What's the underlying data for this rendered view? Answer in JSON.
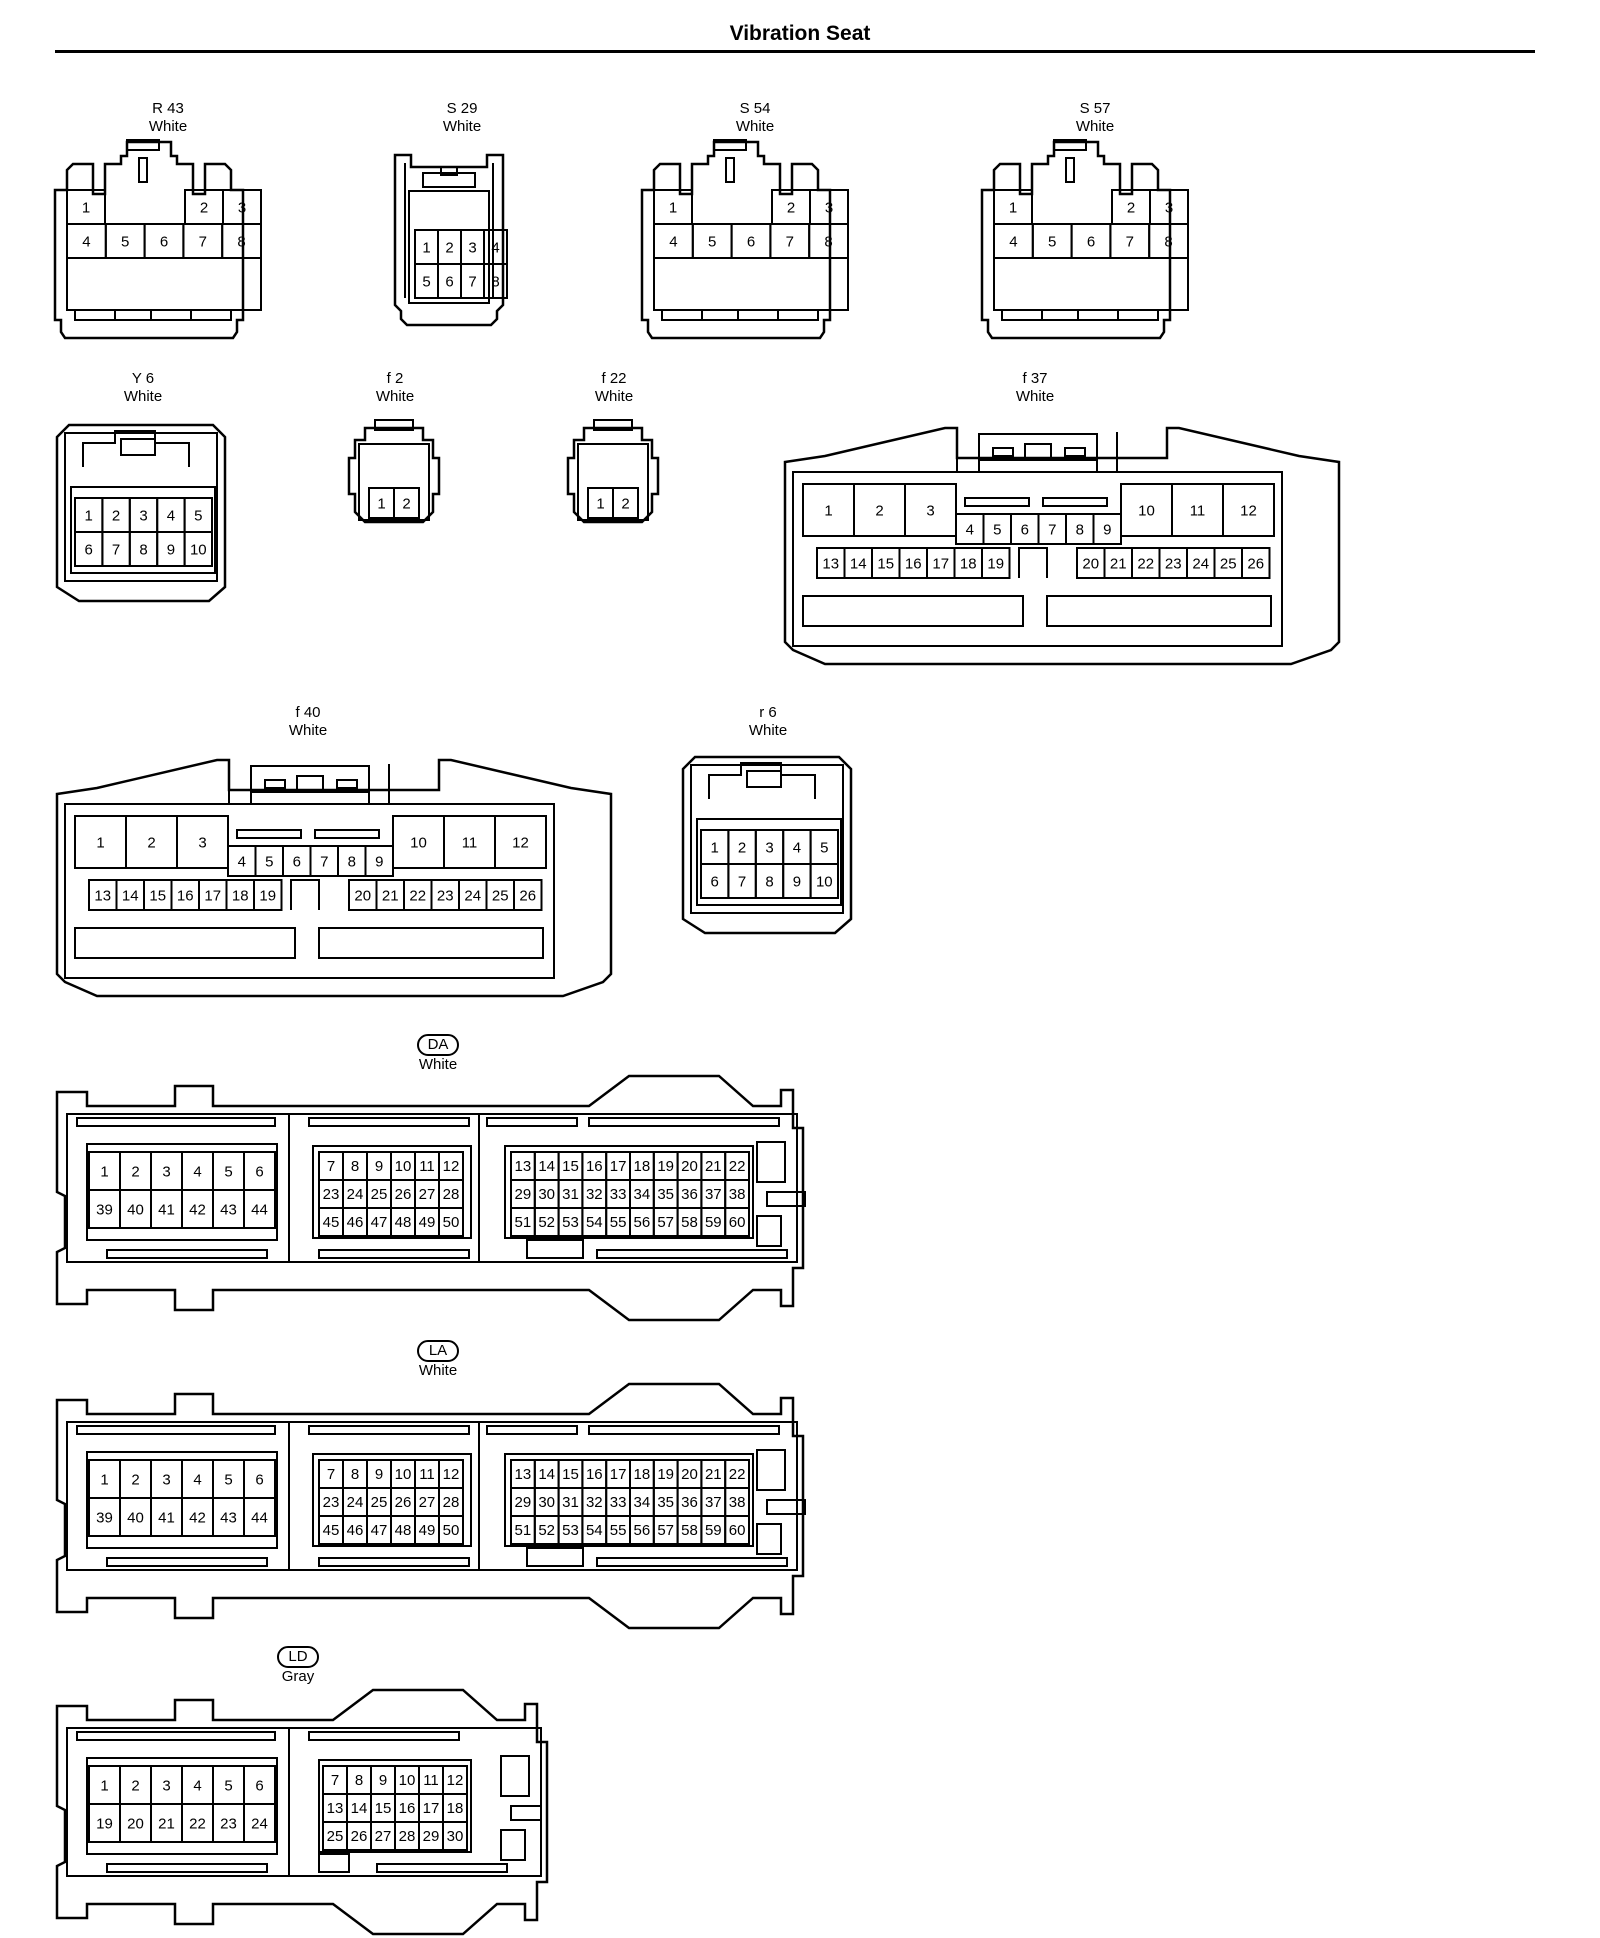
{
  "title": "Vibration Seat",
  "connectors": [
    {
      "id": "r43",
      "code": "R 43",
      "color": "White",
      "pins": [
        [
          "1",
          "",
          "2",
          "3"
        ],
        [
          "4",
          "5",
          "6",
          "7",
          "8"
        ]
      ]
    },
    {
      "id": "s29",
      "code": "S 29",
      "color": "White",
      "pins": [
        [
          "1",
          "2",
          "3",
          "4"
        ],
        [
          "5",
          "6",
          "7",
          "8"
        ]
      ]
    },
    {
      "id": "s54",
      "code": "S 54",
      "color": "White",
      "pins": [
        [
          "1",
          "",
          "2",
          "3"
        ],
        [
          "4",
          "5",
          "6",
          "7",
          "8"
        ]
      ]
    },
    {
      "id": "s57",
      "code": "S 57",
      "color": "White",
      "pins": [
        [
          "1",
          "",
          "2",
          "3"
        ],
        [
          "4",
          "5",
          "6",
          "7",
          "8"
        ]
      ]
    },
    {
      "id": "y6",
      "code": "Y 6",
      "color": "White",
      "pins": [
        [
          "1",
          "2",
          "3",
          "4",
          "5"
        ],
        [
          "6",
          "7",
          "8",
          "9",
          "10"
        ]
      ]
    },
    {
      "id": "f2",
      "code": "f 2",
      "color": "White",
      "pins": [
        [
          "1",
          "2"
        ]
      ]
    },
    {
      "id": "f22",
      "code": "f 22",
      "color": "White",
      "pins": [
        [
          "1",
          "2"
        ]
      ]
    },
    {
      "id": "f37",
      "code": "f 37",
      "color": "White",
      "pins": [
        [
          "1",
          "2",
          "3",
          "10",
          "11",
          "12"
        ],
        [
          "4",
          "5",
          "6",
          "7",
          "8",
          "9"
        ],
        [
          "13",
          "14",
          "15",
          "16",
          "17",
          "18",
          "19",
          "20",
          "21",
          "22",
          "23",
          "24",
          "25",
          "26"
        ]
      ]
    },
    {
      "id": "f40",
      "code": "f 40",
      "color": "White",
      "pins": [
        [
          "1",
          "2",
          "3",
          "10",
          "11",
          "12"
        ],
        [
          "4",
          "5",
          "6",
          "7",
          "8",
          "9"
        ],
        [
          "13",
          "14",
          "15",
          "16",
          "17",
          "18",
          "19",
          "20",
          "21",
          "22",
          "23",
          "24",
          "25",
          "26"
        ]
      ]
    },
    {
      "id": "r6",
      "code": "r 6",
      "color": "White",
      "pins": [
        [
          "1",
          "2",
          "3",
          "4",
          "5"
        ],
        [
          "6",
          "7",
          "8",
          "9",
          "10"
        ]
      ]
    },
    {
      "id": "da",
      "code": "DA",
      "color": "White",
      "pins": [
        [
          "1",
          "2",
          "3",
          "4",
          "5",
          "6"
        ],
        [
          "39",
          "40",
          "41",
          "42",
          "43",
          "44"
        ],
        [
          "7",
          "8",
          "9",
          "10",
          "11",
          "12"
        ],
        [
          "23",
          "24",
          "25",
          "26",
          "27",
          "28"
        ],
        [
          "45",
          "46",
          "47",
          "48",
          "49",
          "50"
        ],
        [
          "13",
          "14",
          "15",
          "16",
          "17",
          "18",
          "19",
          "20",
          "21",
          "22"
        ],
        [
          "29",
          "30",
          "31",
          "32",
          "33",
          "34",
          "35",
          "36",
          "37",
          "38"
        ],
        [
          "51",
          "52",
          "53",
          "54",
          "55",
          "56",
          "57",
          "58",
          "59",
          "60"
        ]
      ]
    },
    {
      "id": "la",
      "code": "LA",
      "color": "White",
      "pins": [
        [
          "1",
          "2",
          "3",
          "4",
          "5",
          "6"
        ],
        [
          "39",
          "40",
          "41",
          "42",
          "43",
          "44"
        ],
        [
          "7",
          "8",
          "9",
          "10",
          "11",
          "12"
        ],
        [
          "23",
          "24",
          "25",
          "26",
          "27",
          "28"
        ],
        [
          "45",
          "46",
          "47",
          "48",
          "49",
          "50"
        ],
        [
          "13",
          "14",
          "15",
          "16",
          "17",
          "18",
          "19",
          "20",
          "21",
          "22"
        ],
        [
          "29",
          "30",
          "31",
          "32",
          "33",
          "34",
          "35",
          "36",
          "37",
          "38"
        ],
        [
          "51",
          "52",
          "53",
          "54",
          "55",
          "56",
          "57",
          "58",
          "59",
          "60"
        ]
      ]
    },
    {
      "id": "ld",
      "code": "LD",
      "color": "Gray",
      "pins": [
        [
          "1",
          "2",
          "3",
          "4",
          "5",
          "6"
        ],
        [
          "19",
          "20",
          "21",
          "22",
          "23",
          "24"
        ],
        [
          "7",
          "8",
          "9",
          "10",
          "11",
          "12"
        ],
        [
          "13",
          "14",
          "15",
          "16",
          "17",
          "18"
        ],
        [
          "25",
          "26",
          "27",
          "28",
          "29",
          "30"
        ]
      ]
    }
  ]
}
